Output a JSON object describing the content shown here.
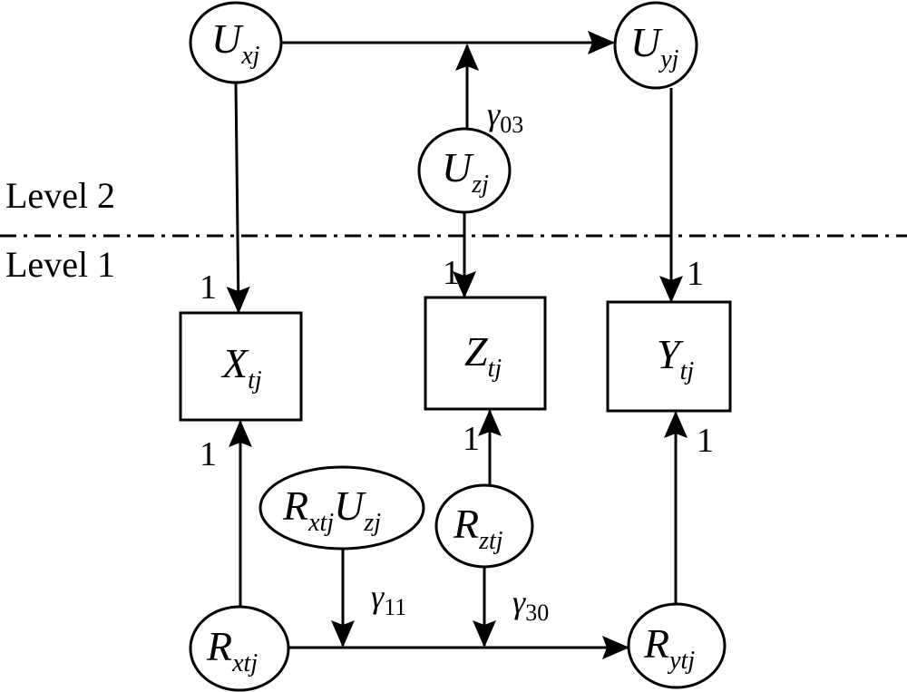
{
  "levels": {
    "upper": "Level 2",
    "lower": "Level 1"
  },
  "nodes": {
    "Uxj": {
      "main": "U",
      "sub": "xj",
      "shape": "ellipse"
    },
    "Uyj": {
      "main": "U",
      "sub": "yj",
      "shape": "ellipse"
    },
    "Uzj": {
      "main": "U",
      "sub": "zj",
      "shape": "ellipse"
    },
    "Xtj": {
      "main": "X",
      "sub": "tj",
      "shape": "box"
    },
    "Ztj": {
      "main": "Z",
      "sub": "tj",
      "shape": "box"
    },
    "Ytj": {
      "main": "Y",
      "sub": "tj",
      "shape": "box"
    },
    "RxtjUzj": {
      "main1": "R",
      "sub1": "xtj",
      "main2": "U",
      "sub2": "zj",
      "shape": "ellipse"
    },
    "Rztj": {
      "main": "R",
      "sub": "ztj",
      "shape": "ellipse"
    },
    "Rxtj": {
      "main": "R",
      "sub": "xtj",
      "shape": "ellipse"
    },
    "Rytj": {
      "main": "R",
      "sub": "ytj",
      "shape": "ellipse"
    }
  },
  "loadings": {
    "one": "1"
  },
  "paths": {
    "g03": {
      "sym": "γ",
      "sub": "03"
    },
    "g11": {
      "sym": "γ",
      "sub": "11"
    },
    "g30": {
      "sym": "γ",
      "sub": "30"
    }
  }
}
